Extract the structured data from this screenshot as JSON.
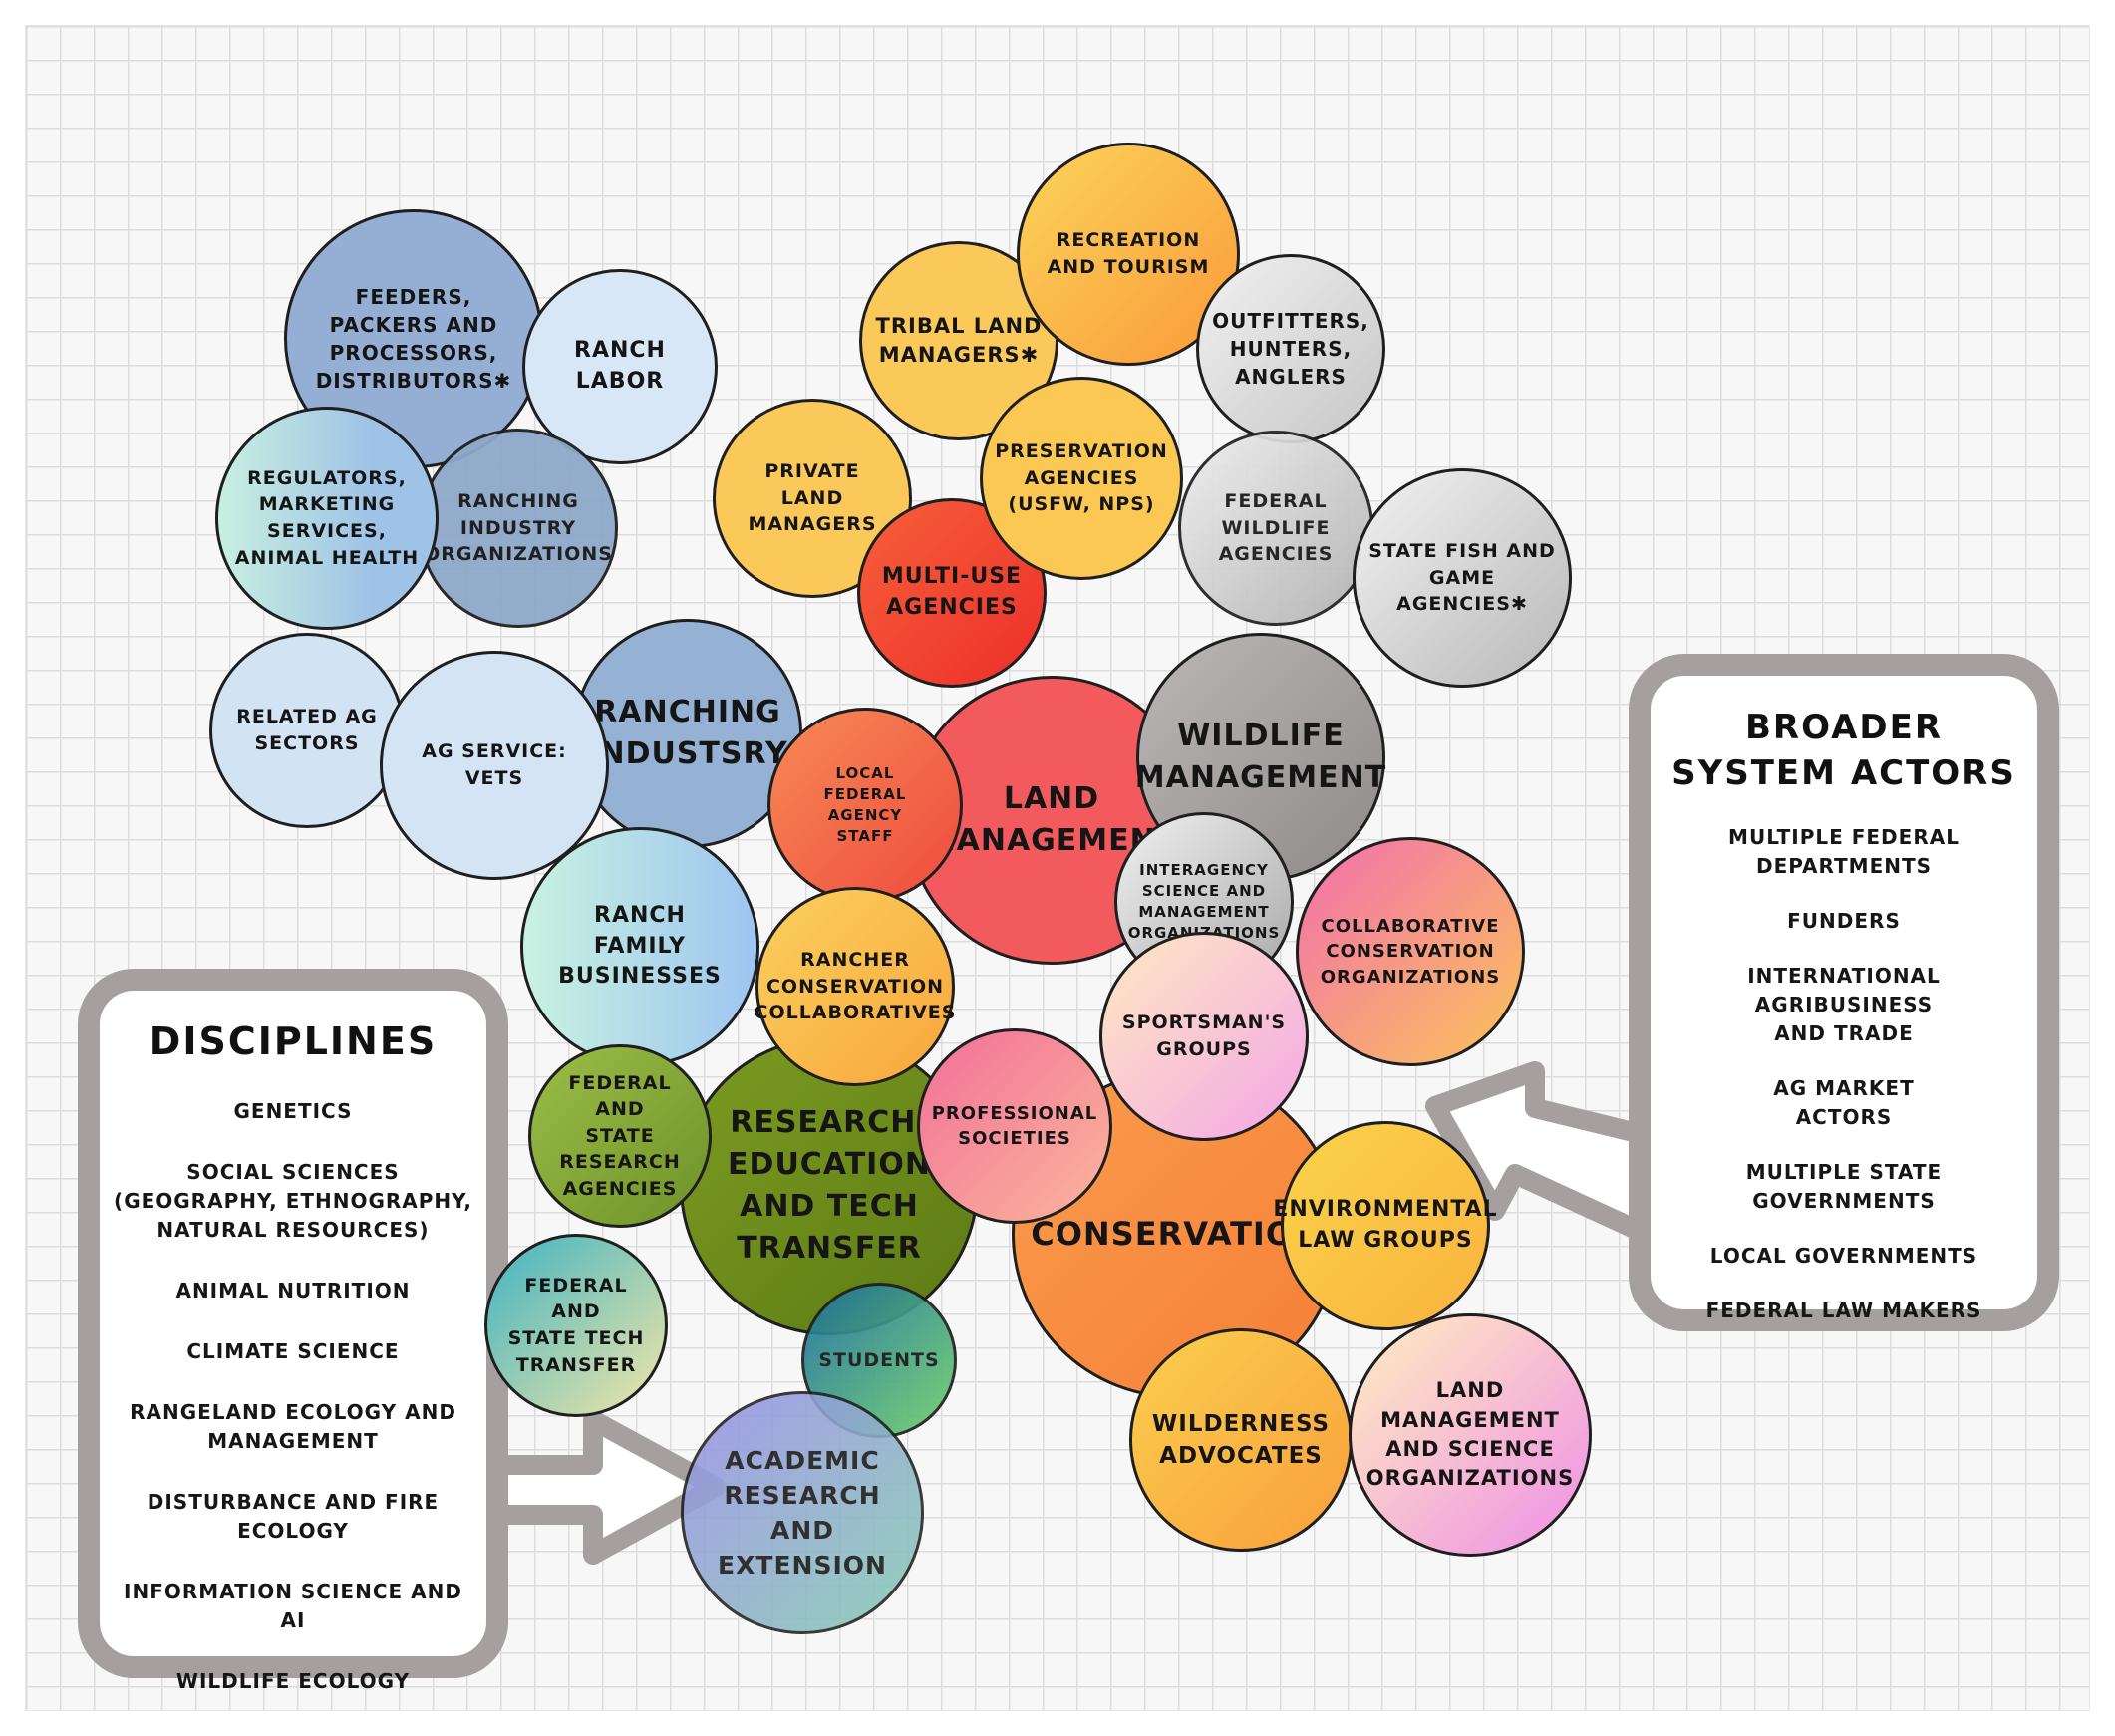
{
  "bubbles": [
    {
      "id": "ranching-industry",
      "label": "Ranching\nIndustsry",
      "fill": "#95b1d3",
      "fs": 30
    },
    {
      "id": "land-management",
      "label": "Land\nManagement",
      "fill": "#f35a5d",
      "fs": 30
    },
    {
      "id": "wildlife-management",
      "label": "Wildlife\nManagement",
      "fill": "#a7a3a3",
      "fs": 30
    },
    {
      "id": "conservation",
      "label": "Conservation",
      "fill": "#fb8d45",
      "fs": 32
    },
    {
      "id": "research-education",
      "label": "Research,\nEducation\nand Tech\nTransfer",
      "fill": "#6b8b1c",
      "fs": 30
    },
    {
      "id": "feeders-packers",
      "label": "Feeders,\nPackers and\nProcessors,\nDistributors✱",
      "fill": "#94afd3",
      "fs": 20
    },
    {
      "id": "ranch-labor",
      "label": "Ranch\nLabor",
      "fill": "#d8e7f6",
      "fs": 22
    },
    {
      "id": "ranching-industry-orgs",
      "label": "Ranching\nIndustry\nOrganizations",
      "fill": "#8ea8c9",
      "fs": 19
    },
    {
      "id": "regulators",
      "label": "Regulators,\nMarketing\nServices,\nAnimal Health",
      "fill": "#a9d0ea",
      "fs": 19
    },
    {
      "id": "related-ag-sectors",
      "label": "Related Ag\nSectors",
      "fill": "#d2e3f4",
      "fs": 19
    },
    {
      "id": "ag-service-vets",
      "label": "Ag Service:\nVets",
      "fill": "#d4e4f4",
      "fs": 19
    },
    {
      "id": "ranch-family-businesses",
      "label": "Ranch\nFamily\nBusinesses",
      "fill": "#a8d6ea",
      "fs": 22
    },
    {
      "id": "private-land-managers",
      "label": "Private\nLand\nManagers",
      "fill": "#fbc95a",
      "fs": 19
    },
    {
      "id": "multi-use-agencies",
      "label": "Multi-Use\nAgencies",
      "fill": "#f24a35",
      "fs": 22
    },
    {
      "id": "tribal-land-managers",
      "label": "Tribal Land\nManagers✱",
      "fill": "#fbc95a",
      "fs": 21
    },
    {
      "id": "recreation-tourism",
      "label": "Recreation\nand Tourism",
      "fill": "#fbb33f",
      "fs": 19
    },
    {
      "id": "preservation-agencies",
      "label": "Preservation\nAgencies\n(USFW, NPS)",
      "fill": "#fbc953",
      "fs": 19
    },
    {
      "id": "outfitters",
      "label": "Outfitters,\nHunters,\nAnglers",
      "fill": "#dedede",
      "fs": 20
    },
    {
      "id": "federal-wildlife-agencies",
      "label": "Federal\nWildlife\nAgencies",
      "fill": "#d2d2d2",
      "fs": 19
    },
    {
      "id": "state-fish-game",
      "label": "State Fish and\nGame\nAgencies✱",
      "fill": "#d6d6d6",
      "fs": 19
    },
    {
      "id": "local-federal-staff",
      "label": "Local\nFederal\nAgency\nStaff",
      "fill": "#f26b4a",
      "fs": 15
    },
    {
      "id": "interagency-science",
      "label": "Interagency\nScience and\nManagement\nOrganizations",
      "fill": "#d3d3d3",
      "fs": 15
    },
    {
      "id": "rancher-conservation",
      "label": "Rancher\nConservation\nCollaboratives",
      "fill": "#fbbd4e",
      "fs": 19
    },
    {
      "id": "collaborative-conservation",
      "label": "Collaborative\nConservation\nOrganizations",
      "fill": "#f690b6",
      "fs": 18
    },
    {
      "id": "sportsmans-groups",
      "label": "Sportsman's\nGroups",
      "fill": "#ffd6da",
      "fs": 19
    },
    {
      "id": "federal-state-research",
      "label": "Federal and\nState\nResearch\nAgencies",
      "fill": "#86a83a",
      "fs": 19
    },
    {
      "id": "professional-societies",
      "label": "Professional\nSocieties",
      "fill": "#f59aa6",
      "fs": 18
    },
    {
      "id": "environmental-law",
      "label": "Environmental\nLaw Groups",
      "fill": "#fbcc45",
      "fs": 22
    },
    {
      "id": "federal-state-tech",
      "label": "Federal and\nState Tech\nTransfer",
      "fill": "#9ed2c7",
      "fs": 19
    },
    {
      "id": "students",
      "label": "Students",
      "fill": "#2ea38c",
      "fs": 19
    },
    {
      "id": "academic-research",
      "label": "Academic\nResearch\nand\nExtension",
      "fill": "#93b6d7",
      "fs": 25
    },
    {
      "id": "wilderness-advocates",
      "label": "Wilderness\nAdvocates",
      "fill": "#fbbd45",
      "fs": 23
    },
    {
      "id": "land-management-science",
      "label": "Land Management\nand Science\nOrganizations",
      "fill": "#f9c0c6",
      "fs": 21
    }
  ],
  "disciplines": {
    "title": "Disciplines",
    "items": [
      "Genetics",
      "Social Sciences\n(Geography, Ethnography,\nNatural Resources)",
      "Animal Nutrition",
      "Climate Science",
      "Rangeland Ecology and\nManagement",
      "Disturbance and Fire Ecology",
      "Information Science and AI",
      "Wildlife Ecology"
    ]
  },
  "broader": {
    "title": "Broader\nSystem Actors",
    "items": [
      "Multiple Federal\nDepartments",
      "Funders",
      "International Agribusiness\nand Trade",
      "Ag Market\nActors",
      "Multiple State Governments",
      "Local Governments",
      "Federal Law Makers"
    ]
  },
  "colors": {
    "panel_border": "#a59f9f",
    "outline": "#1f1f1f"
  }
}
